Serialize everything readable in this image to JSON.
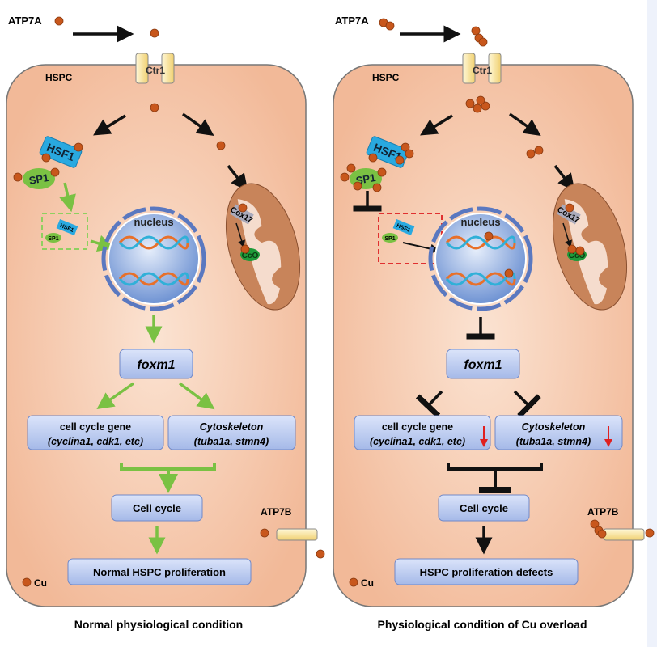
{
  "colors": {
    "cell": "#f5c6a5",
    "copper": "#c8571c",
    "activate": "#7ac143",
    "inhibit": "#111111",
    "box": "#b8c8ee",
    "hsf1": "#29a9e0",
    "sp1": "#7ac143",
    "downregulated": "#e02020"
  },
  "left": {
    "atp7a": "ATP7A",
    "ctr1": "Ctr1",
    "hspc": "HSPC",
    "hsf1": "HSF1",
    "sp1": "SP1",
    "nucleus": "nucleus",
    "cox17": "Cox17",
    "cco": "CcO",
    "foxm1": "foxm1",
    "gene_line1": "cell cycle gene",
    "gene_line2": "(cyclina1, cdk1, etc)",
    "cyto_line1": "Cytoskeleton",
    "cyto_line2": "(tuba1a, stmn4)",
    "cell_cycle": "Cell cycle",
    "outcome": "Normal HSPC proliferation",
    "atp7b": "ATP7B",
    "cu": "Cu",
    "caption": "Normal physiological condition"
  },
  "right": {
    "atp7a": "ATP7A",
    "ctr1": "Ctr1",
    "hspc": "HSPC",
    "hsf1": "HSF1",
    "sp1": "SP1",
    "nucleus": "nucleus",
    "cox17": "Cox17",
    "cco": "CcO",
    "foxm1": "foxm1",
    "gene_line1": "cell cycle gene",
    "gene_line2": "(cyclina1, cdk1, etc)",
    "cyto_line1": "Cytoskeleton",
    "cyto_line2": "(tuba1a, stmn4)",
    "cell_cycle": "Cell cycle",
    "outcome": "HSPC proliferation defects",
    "atp7b": "ATP7B",
    "cu": "Cu",
    "caption": "Physiological condition of Cu overload"
  }
}
